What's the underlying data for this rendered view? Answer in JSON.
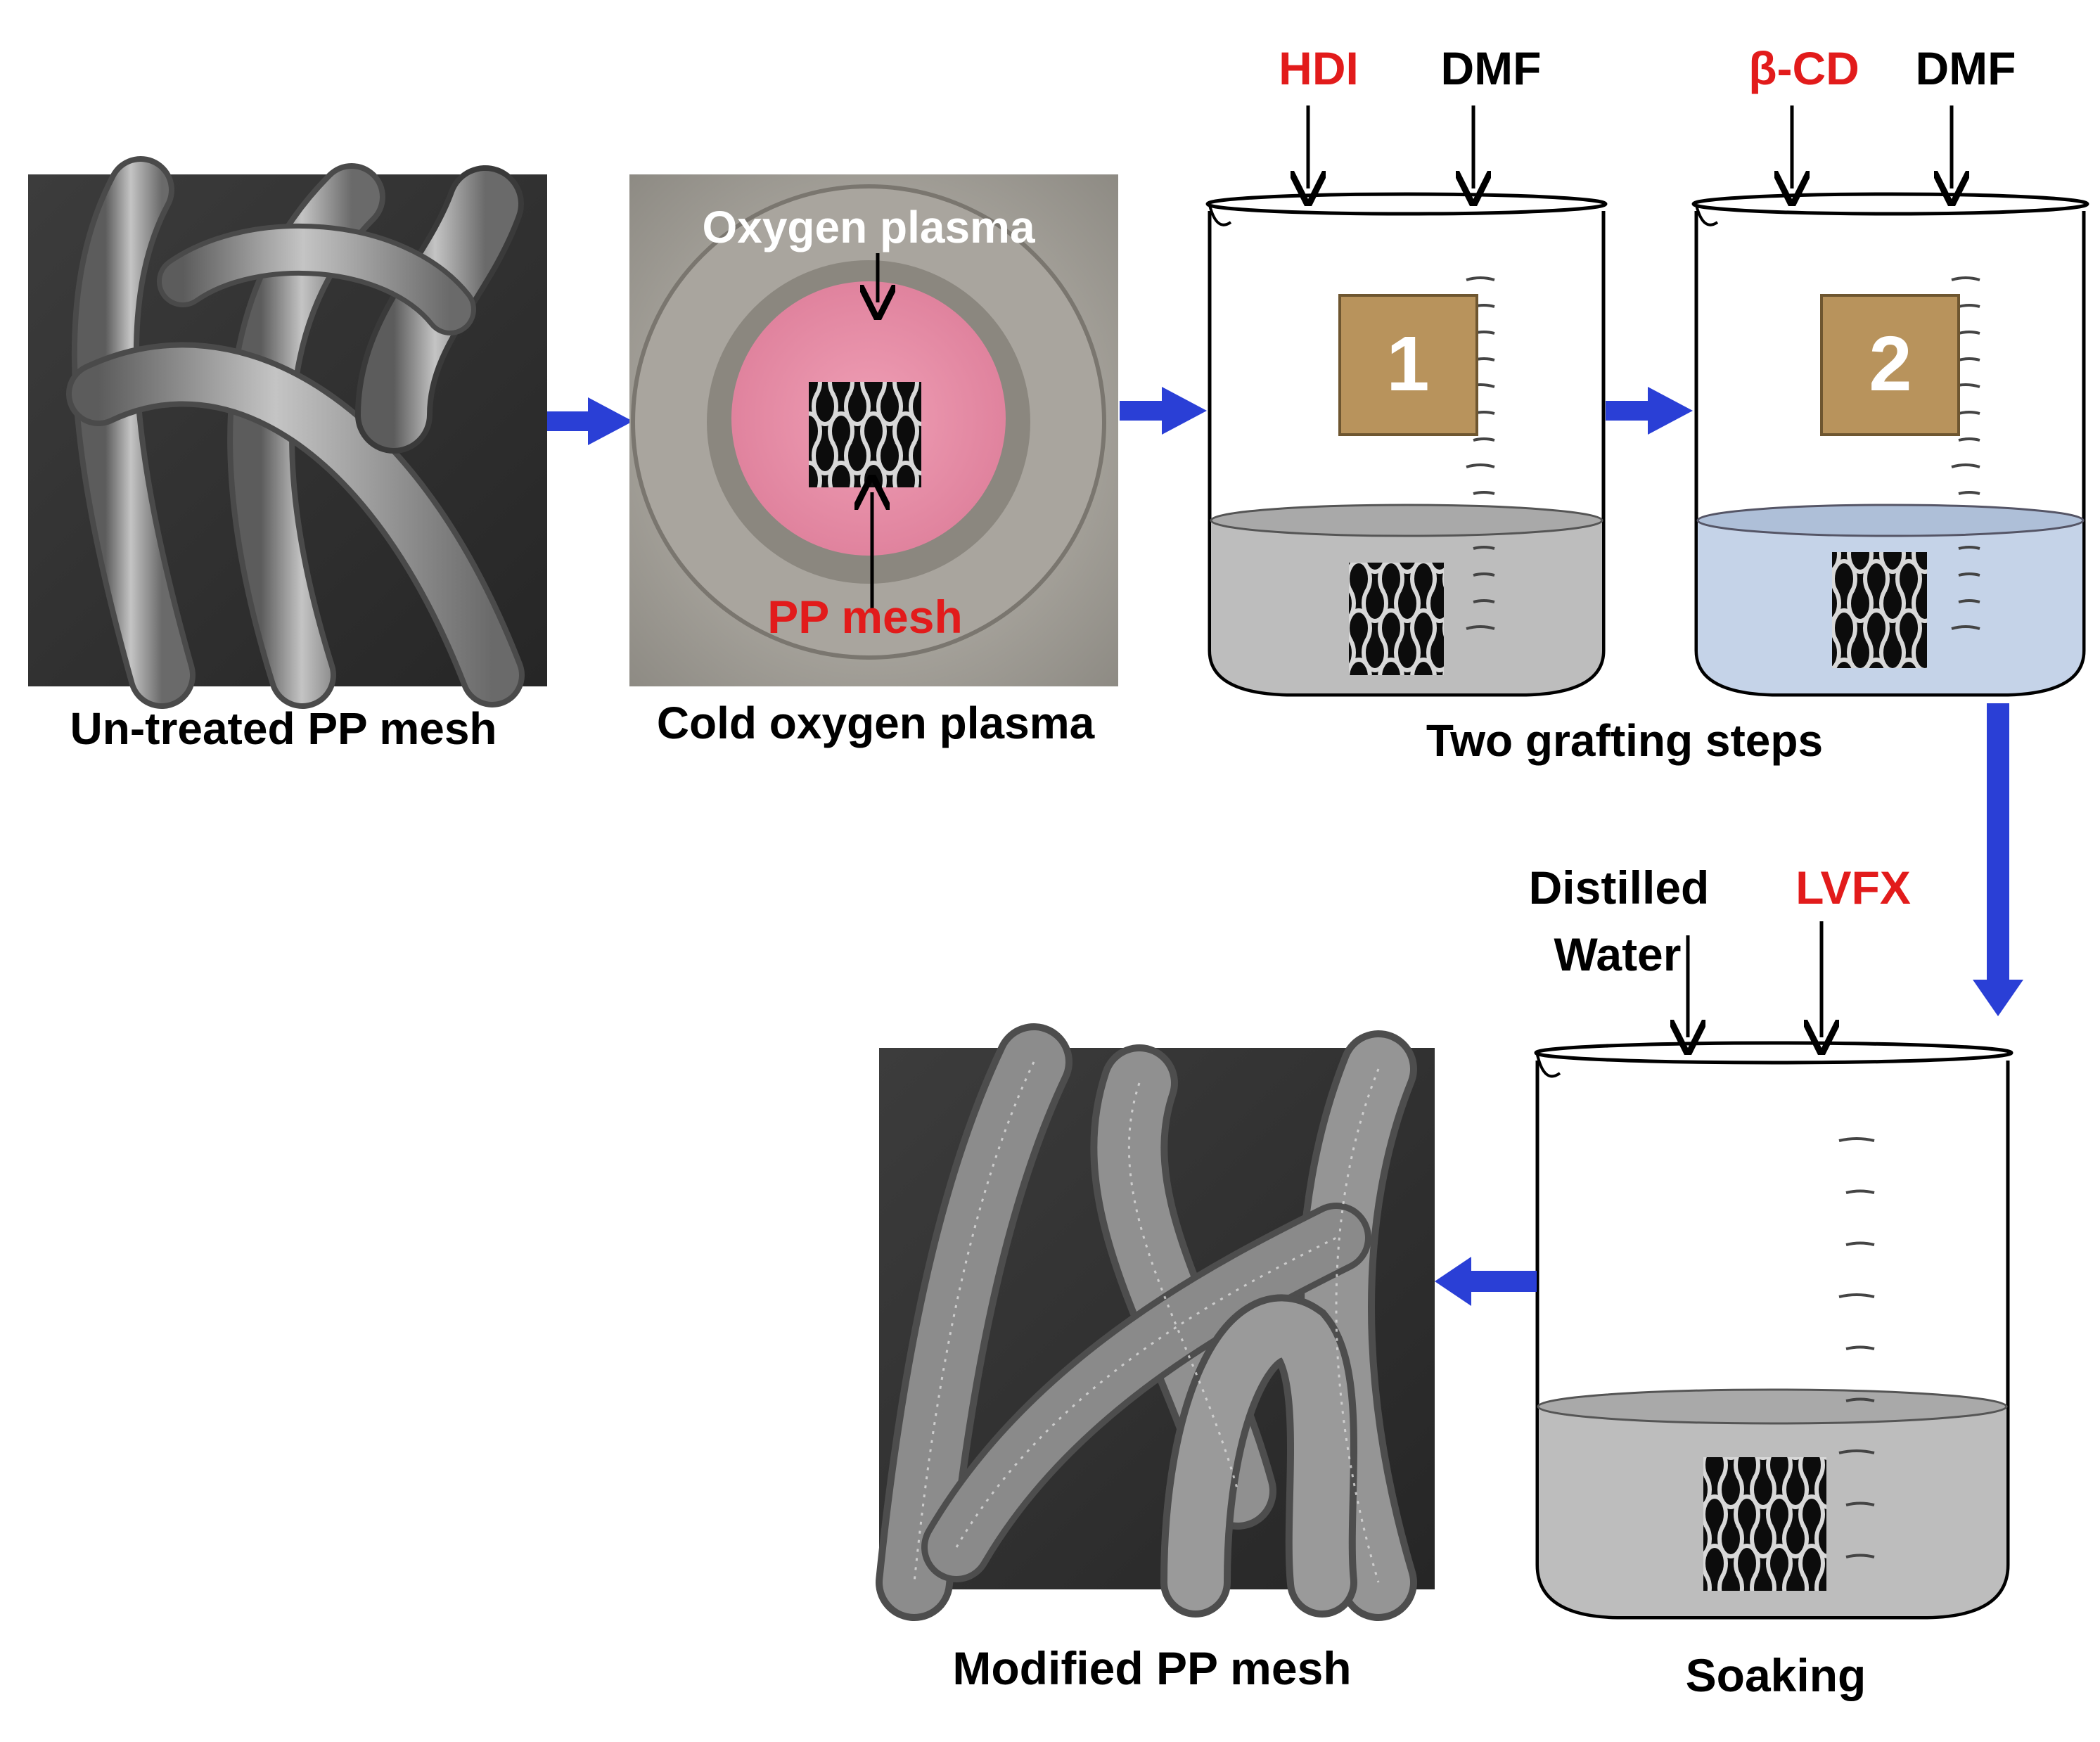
{
  "captions": {
    "untreated": "Un-treated PP mesh",
    "plasma": "Cold oxygen plasma",
    "grafting": "Two grafting steps",
    "soaking": "Soaking",
    "modified": "Modified PP mesh"
  },
  "plasma_panel": {
    "oxygen_label": "Oxygen plasma",
    "mesh_label": "PP mesh"
  },
  "beaker1": {
    "reagent": "HDI",
    "solvent": "DMF",
    "step": "1"
  },
  "beaker2": {
    "reagent": "β-CD",
    "solvent": "DMF",
    "step": "2"
  },
  "beaker3": {
    "water_line1": "Distilled",
    "water_line2": "Water",
    "drug": "LVFX"
  },
  "colors": {
    "arrow": "#2a3fd6",
    "highlight": "#e21b1b",
    "step_box": "#b8935c",
    "liquid_gray": "#bdbdbd",
    "liquid_blue": "#c5d3e8",
    "plasma_pink": "#e68ea6"
  }
}
